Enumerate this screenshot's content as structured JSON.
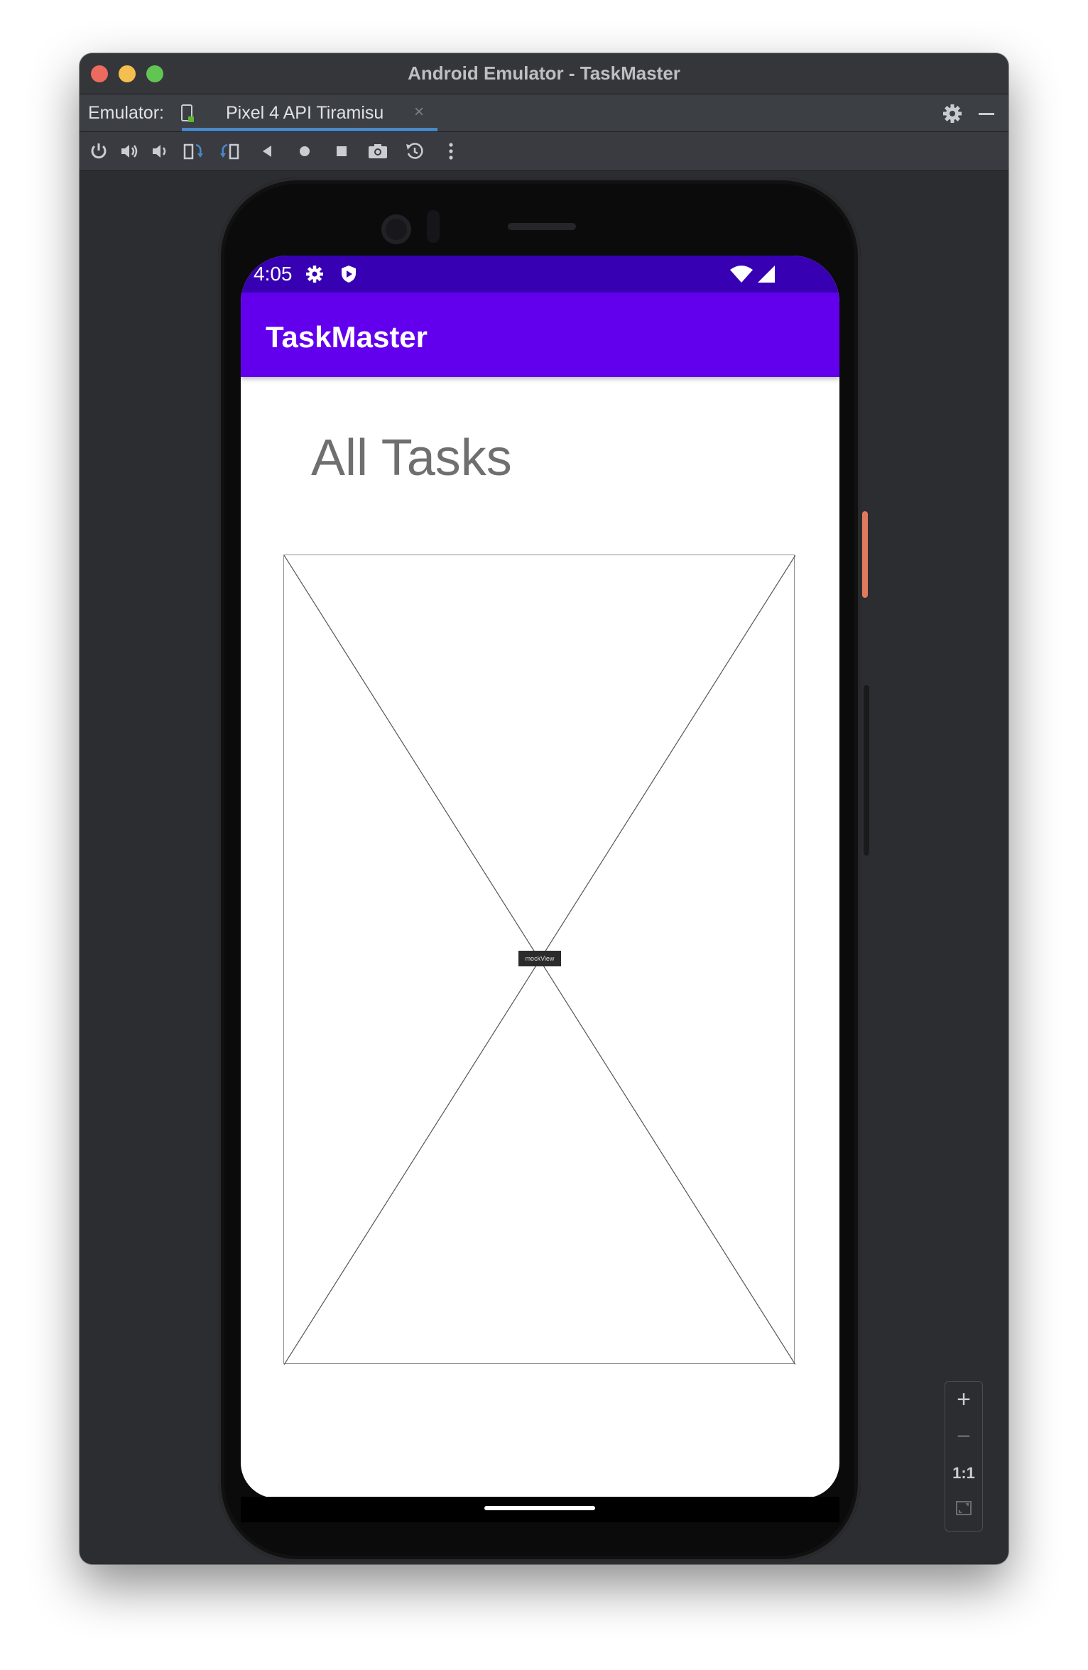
{
  "window": {
    "title": "Android Emulator - TaskMaster"
  },
  "tabbar": {
    "prefix": "Emulator:",
    "tab_label": "Pixel 4 API Tiramisu",
    "close_glyph": "×"
  },
  "toolbar": {
    "icons": [
      "power-icon",
      "volume-up-icon",
      "volume-down-icon",
      "rotate-left-icon",
      "rotate-right-icon",
      "back-icon",
      "home-icon",
      "overview-icon",
      "camera-icon",
      "snapshot-icon",
      "more-icon"
    ]
  },
  "device": {
    "status": {
      "time": "4:05"
    },
    "app": {
      "title": "TaskMaster",
      "heading": "All Tasks",
      "placeholder_label": "mockView"
    }
  },
  "zoom": {
    "plus": "+",
    "minus": "−",
    "actual": "1:1"
  },
  "colors": {
    "status_bar": "#3700b3",
    "app_bar": "#6200ee",
    "accent_tab": "#4a88c7"
  }
}
